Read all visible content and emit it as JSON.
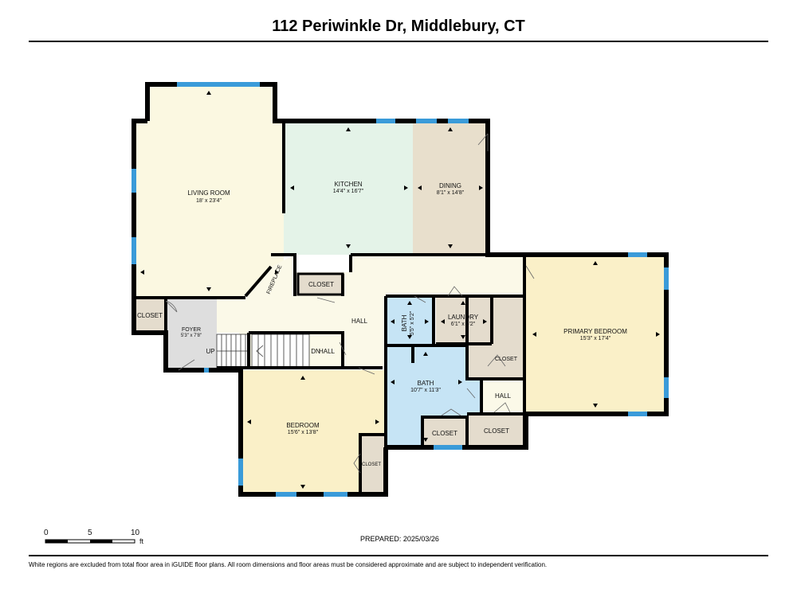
{
  "header": {
    "title": "112 Periwinkle Dr, Middlebury, CT"
  },
  "rooms": {
    "living_room": {
      "name": "LIVING ROOM",
      "dims": "18' x 23'4\""
    },
    "kitchen": {
      "name": "KITCHEN",
      "dims": "14'4\" x 16'7\""
    },
    "dining": {
      "name": "DINING",
      "dims": "8'1\" x 14'8\""
    },
    "primary_bedroom": {
      "name": "PRIMARY BEDROOM",
      "dims": "15'3\" x 17'4\""
    },
    "bedroom": {
      "name": "BEDROOM",
      "dims": "15'6\" x 13'8\""
    },
    "bath_main": {
      "name": "BATH",
      "dims": "10'7\" x 11'3\""
    },
    "bath_small": {
      "name": "BATH",
      "dims": "5'5\" x 5'2\""
    },
    "laundry": {
      "name": "LAUNDRY",
      "dims": "6'1\" x 5'2\""
    },
    "foyer": {
      "name": "FOYER",
      "dims": "5'3\" x 7'8\""
    }
  },
  "labels": {
    "fireplace": "FIREPLACE",
    "closet": "CLOSET",
    "hall": "HALL",
    "up": "UP",
    "dn": "DN"
  },
  "scale": {
    "zero": "0",
    "five": "5",
    "ten": "10",
    "unit": "ft"
  },
  "footer": {
    "prepared": "PREPARED:  2025/03/26",
    "disclaimer": "White regions are excluded from total floor area in iGUIDE floor plans. All room dimensions and floor areas must be considered approximate and are subject to independent verification."
  },
  "colors": {
    "living": "#fbf8e1",
    "kitchen": "#e4f3e8",
    "dining": "#e8dfcc",
    "bedroom": "#faf0c8",
    "bath": "#c6e4f5",
    "foyer": "#dedede",
    "closet": "#e4dccd",
    "hall": "#fbf9e8",
    "window": "#3a9bd9",
    "wall": "#000000"
  }
}
